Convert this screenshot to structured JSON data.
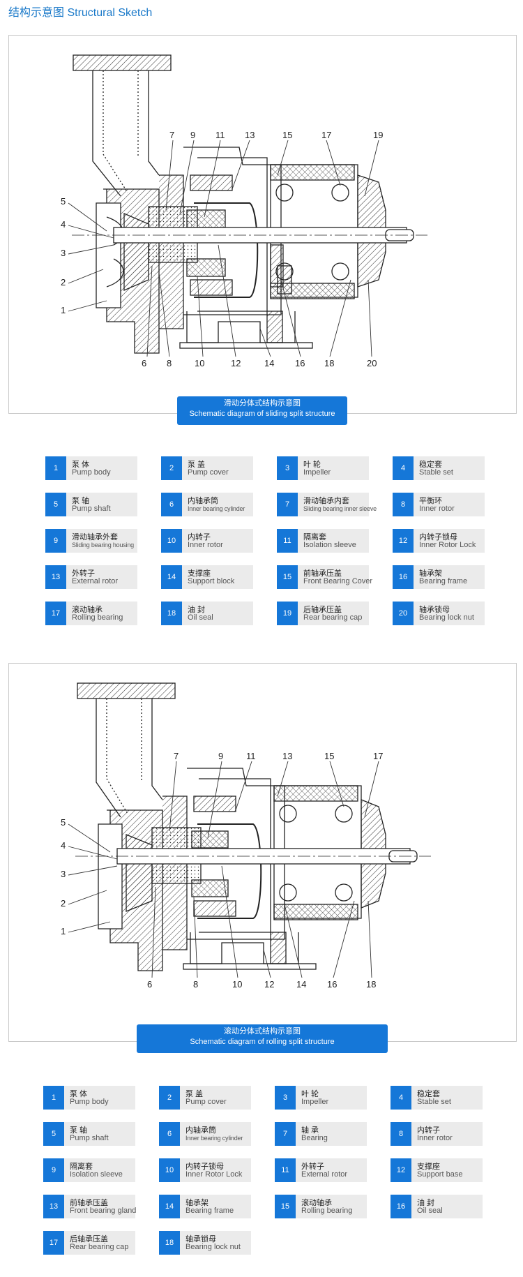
{
  "page_title": "结构示意图 Structural Sketch",
  "diagrams": [
    {
      "caption_cn": "滑动分体式结构示意图",
      "caption_en": "Schematic diagram of sliding split structure",
      "callouts": [
        "1",
        "2",
        "3",
        "4",
        "5",
        "6",
        "7",
        "8",
        "9",
        "10",
        "11",
        "12",
        "13",
        "14",
        "15",
        "16",
        "17",
        "18",
        "19",
        "20"
      ]
    },
    {
      "caption_cn": "滚动分体式结构示意图",
      "caption_en": "Schematic diagram of rolling split structure",
      "callouts": [
        "1",
        "2",
        "3",
        "4",
        "5",
        "6",
        "7",
        "8",
        "9",
        "10",
        "11",
        "12",
        "13",
        "14",
        "15",
        "16",
        "17",
        "18"
      ]
    }
  ],
  "legend1": [
    {
      "num": "1",
      "cn": "泵 体",
      "en": "Pump body"
    },
    {
      "num": "2",
      "cn": "泵 盖",
      "en": "Pump cover"
    },
    {
      "num": "3",
      "cn": "叶 轮",
      "en": "Impeller"
    },
    {
      "num": "4",
      "cn": "稳定套",
      "en": "Stable set"
    },
    {
      "num": "5",
      "cn": "泵 轴",
      "en": "Pump shaft"
    },
    {
      "num": "6",
      "cn": "内轴承筒",
      "en": "Inner bearing cylinder"
    },
    {
      "num": "7",
      "cn": "滑动轴承内套",
      "en": "Sliding bearing inner sleeve"
    },
    {
      "num": "8",
      "cn": "平衡环",
      "en": "Inner rotor"
    },
    {
      "num": "9",
      "cn": "滑动轴承外套",
      "en": "Sliding bearing housing"
    },
    {
      "num": "10",
      "cn": "内转子",
      "en": "Inner rotor"
    },
    {
      "num": "11",
      "cn": "隔离套",
      "en": "Isolation sleeve"
    },
    {
      "num": "12",
      "cn": "内转子锁母",
      "en": "Inner Rotor Lock"
    },
    {
      "num": "13",
      "cn": "外转子",
      "en": "External rotor"
    },
    {
      "num": "14",
      "cn": "支撑座",
      "en": "Support block"
    },
    {
      "num": "15",
      "cn": "前轴承压盖",
      "en": "Front Bearing Cover"
    },
    {
      "num": "16",
      "cn": "轴承架",
      "en": "Bearing frame"
    },
    {
      "num": "17",
      "cn": "滚动轴承",
      "en": "Rolling bearing"
    },
    {
      "num": "18",
      "cn": "油 封",
      "en": "Oil seal"
    },
    {
      "num": "19",
      "cn": "后轴承压盖",
      "en": "Rear bearing cap"
    },
    {
      "num": "20",
      "cn": "轴承锁母",
      "en": "Bearing lock nut"
    }
  ],
  "legend2": [
    {
      "num": "1",
      "cn": "泵 体",
      "en": "Pump body"
    },
    {
      "num": "2",
      "cn": "泵 盖",
      "en": "Pump cover"
    },
    {
      "num": "3",
      "cn": "叶 轮",
      "en": "Impeller"
    },
    {
      "num": "4",
      "cn": "稳定套",
      "en": "Stable set"
    },
    {
      "num": "5",
      "cn": "泵 轴",
      "en": "Pump shaft"
    },
    {
      "num": "6",
      "cn": "内轴承筒",
      "en": "Inner bearing cylinder"
    },
    {
      "num": "7",
      "cn": "轴 承",
      "en": "Bearing"
    },
    {
      "num": "8",
      "cn": "内转子",
      "en": "Inner rotor"
    },
    {
      "num": "9",
      "cn": "隔离套",
      "en": "Isolation sleeve"
    },
    {
      "num": "10",
      "cn": "内转子锁母",
      "en": "Inner Rotor Lock"
    },
    {
      "num": "11",
      "cn": "外转子",
      "en": "External rotor"
    },
    {
      "num": "12",
      "cn": "支撑座",
      "en": "Support base"
    },
    {
      "num": "13",
      "cn": "前轴承压盖",
      "en": "Front bearing gland"
    },
    {
      "num": "14",
      "cn": "轴承架",
      "en": "Bearing frame"
    },
    {
      "num": "15",
      "cn": "滚动轴承",
      "en": "Rolling bearing"
    },
    {
      "num": "16",
      "cn": "油 封",
      "en": "Oil seal"
    },
    {
      "num": "17",
      "cn": "后轴承压盖",
      "en": "Rear bearing cap"
    },
    {
      "num": "18",
      "cn": "轴承锁母",
      "en": "Bearing lock nut"
    }
  ]
}
